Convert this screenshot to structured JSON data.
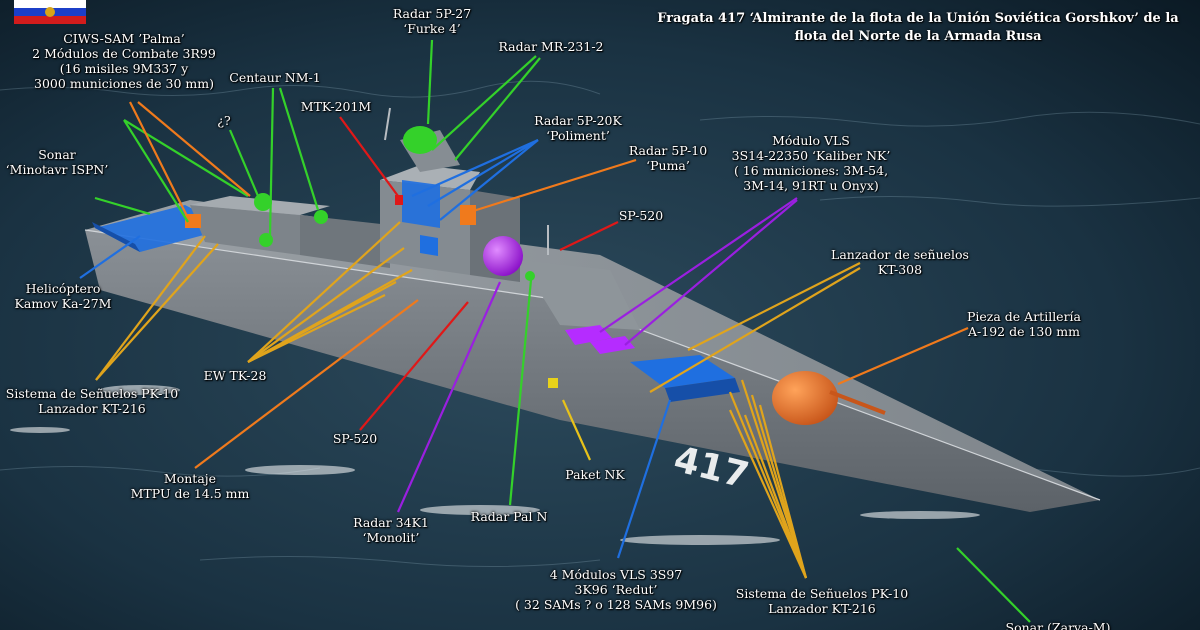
{
  "title": {
    "line1": "Fragata 417 ‘Almirante de la flota de la Unión Soviética Gorshkov’ de la",
    "line2": "flota del Norte de la Armada Rusa"
  },
  "hull_number": "417",
  "colors": {
    "green": "#34d12a",
    "orange": "#f07a1c",
    "red": "#e01818",
    "blue": "#1f6fe0",
    "purple": "#9a1fe0",
    "yellow": "#e8c21a",
    "gold": "#e0a41c"
  },
  "labels": {
    "ciws": [
      "CIWS-SAM ’Palma’",
      "2 Módulos de Combate 3R99",
      "(16 misiles 9M337 y",
      "3000 municiones de 30 mm)"
    ],
    "radar_5p27": [
      "Radar  5P-27",
      "‘Furke 4’"
    ],
    "radar_mr231": [
      "Radar  MR-231-2"
    ],
    "centaur": [
      "Centaur NM-1"
    ],
    "mtk201m": [
      "MTK-201M"
    ],
    "unknown": [
      "¿?"
    ],
    "radar_5p20k": [
      "Radar  5P-20K",
      "‘Poliment’"
    ],
    "radar_5p10": [
      "Radar  5P-10",
      "‘Puma’"
    ],
    "sonar_minotavr": [
      "Sonar",
      "‘Minotavr ISPN’"
    ],
    "vls_kaliber": [
      "Módulo VLS",
      "3S14-22350 ‘Kaliber NK’",
      "( 16 municiones: 3M-54,",
      "3M-14, 91RT u Onyx)"
    ],
    "sp520_top": [
      "SP-520"
    ],
    "lanzador_kt308": [
      "Lanzador de señuelos",
      "KT-308"
    ],
    "helicoptero": [
      "Helicóptero",
      "Kamov Ka-27M"
    ],
    "artilleria": [
      "Pieza de Artillería",
      "A-192 de 130 mm"
    ],
    "ew_tk28": [
      "EW TK-28"
    ],
    "pk10_left": [
      "Sistema de Señuelos PK-10",
      "Lanzador KT-216"
    ],
    "sp520_bottom": [
      "SP-520"
    ],
    "paket_nk": [
      "Paket NK"
    ],
    "montaje": [
      "Montaje",
      "MTPU de 14.5 mm"
    ],
    "radar_pal": [
      "Radar  Pal N"
    ],
    "radar_34k1": [
      "Radar 34K1",
      "‘Monolit’"
    ],
    "vls_redut": [
      "4 Módulos VLS 3S97",
      "3K96 ‘Redut’",
      "( 32 SAMs ? o 128 SAMs 9M96)"
    ],
    "pk10_right": [
      "Sistema de Señuelos PK-10",
      "Lanzador KT-216"
    ],
    "sonar_zarya": [
      "Sonar (Zarya-M)"
    ]
  }
}
